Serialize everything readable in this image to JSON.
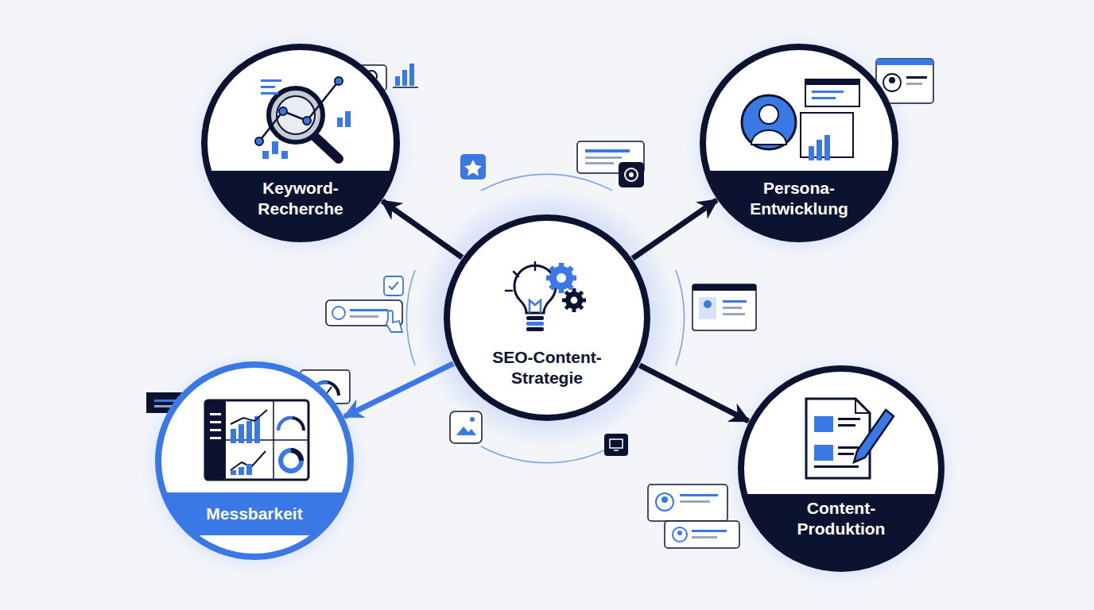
{
  "diagram": {
    "nodes": [
      {
        "text": [
          "Keyword- Recherche"
        ]
      },
      {
        "text": [
          "Persona- Entwicklung"
        ]
      },
      {
        "text": [
          "SEO-Content- Strategie"
        ]
      },
      {
        "text": [
          "Messbarkeit"
        ]
      },
      {
        "text": [
          "Content- Produktion"
        ]
      }
    ],
    "edges": [
      {
        "from": 2,
        "to": 0,
        "arrow": "to"
      },
      {
        "from": 2,
        "to": 1,
        "arrow": "to"
      },
      {
        "from": 2,
        "to": 3,
        "arrow": "to"
      },
      {
        "from": 2,
        "to": 4,
        "arrow": "to"
      }
    ]
  }
}
